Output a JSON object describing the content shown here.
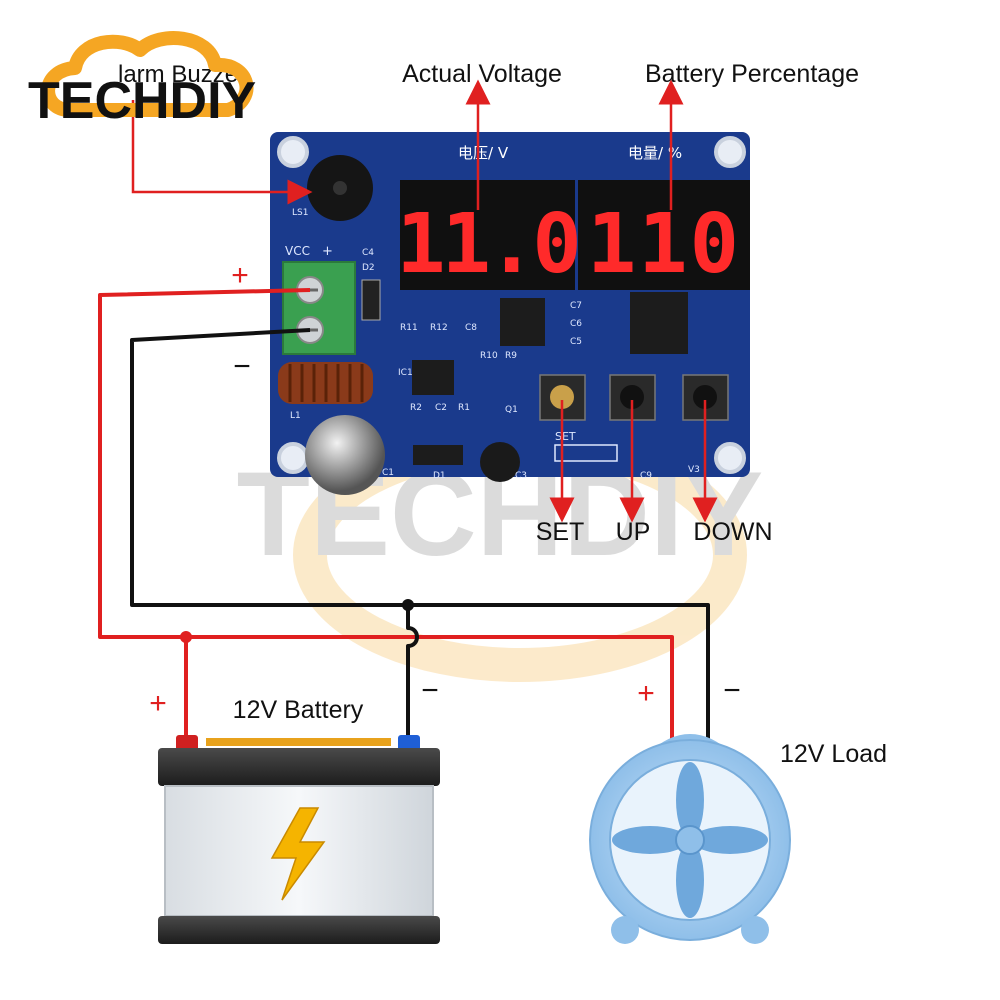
{
  "logo": {
    "text": "TECHDIY"
  },
  "watermark": {
    "text": "TECHDIY"
  },
  "labels": {
    "alarm_buzzer": "larm Buzzer",
    "actual_voltage": "Actual Voltage",
    "battery_percentage": "Battery Percentage",
    "set": "SET",
    "up": "UP",
    "down": "DOWN",
    "battery": "12V Battery",
    "load": "12V Load"
  },
  "polarity": {
    "plus": "+",
    "minus": "−"
  },
  "board": {
    "voltage_header": "电压/ V",
    "percent_header": "电量/ %",
    "vcc": "VCC",
    "vcc_plus": "+",
    "set_silk": "SET",
    "display_left": "11.0",
    "display_right": "110",
    "silk": {
      "ls1": "LS1",
      "c4": "C4",
      "d2": "D2",
      "r11": "R11",
      "r12": "R12",
      "c8": "C8",
      "r10": "R10",
      "r9": "R9",
      "r2": "R2",
      "c2": "C2",
      "r1": "R1",
      "q1": "Q1",
      "l1": "L1",
      "c1": "C1",
      "d1": "D1",
      "c3": "C3",
      "c9": "C9",
      "v3": "V3",
      "c7": "C7",
      "c6": "C6",
      "c5": "C5",
      "ic1": "IC1"
    }
  },
  "colors": {
    "wire_positive": "#e02020",
    "wire_negative": "#111111",
    "pcb": "#1a3a8c",
    "display_on": "#ff2a2a",
    "logo_orange": "#f5a623",
    "fan_body": "#9cc8ee"
  }
}
